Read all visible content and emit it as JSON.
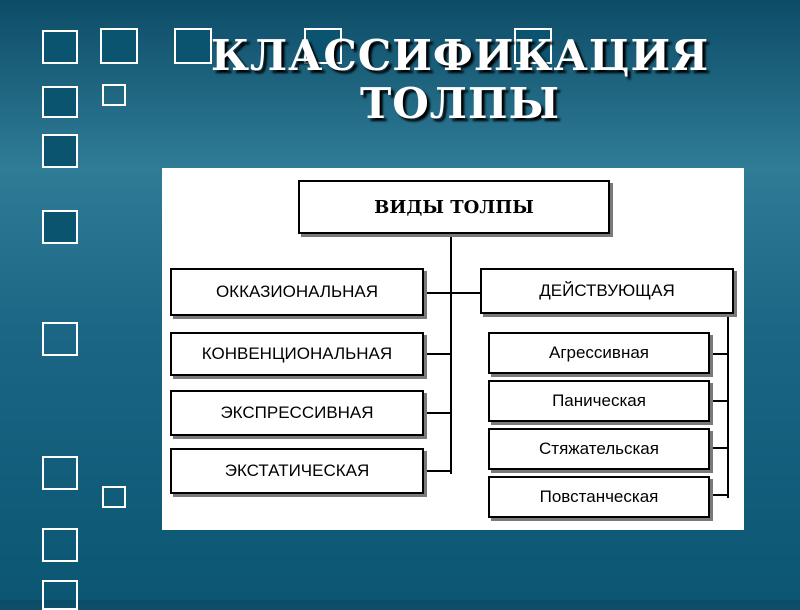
{
  "title": {
    "line1": "КЛАССИФИКАЦИЯ",
    "line2": "ТОЛПЫ"
  },
  "diagram": {
    "root": "ВИДЫ ТОЛПЫ",
    "left_types": [
      "ОККАЗИОНАЛЬНАЯ",
      "КОНВЕНЦИОНАЛЬНАЯ",
      "ЭКСПРЕССИВНАЯ",
      "ЭКСТАТИЧЕСКАЯ"
    ],
    "active": "ДЕЙСТВУЮЩАЯ",
    "active_types": [
      "Агрессивная",
      "Паническая",
      "Стяжательская",
      "Повстанческая"
    ]
  },
  "colors": {
    "background": "#1a6684",
    "panel": "#ffffff",
    "lines": "#000000"
  }
}
